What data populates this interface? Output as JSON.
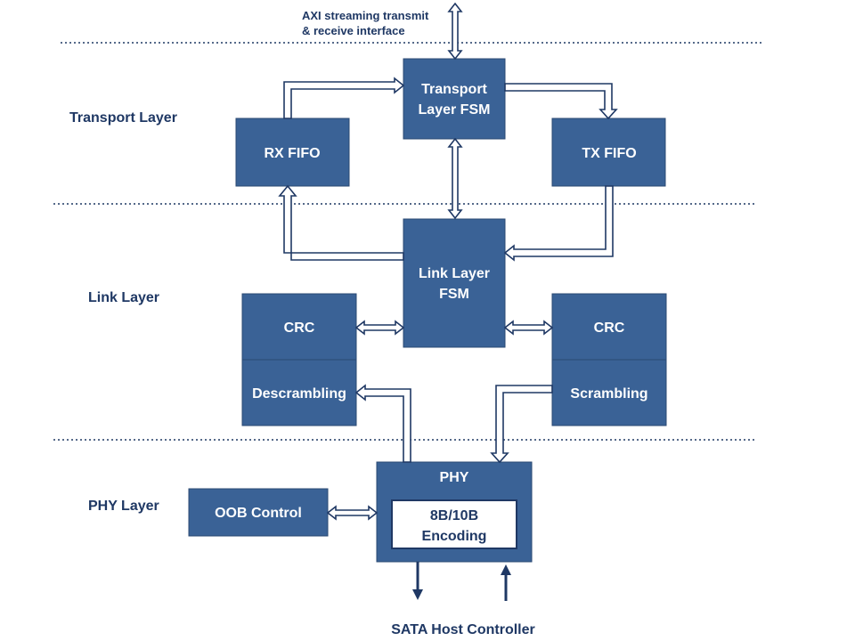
{
  "colors": {
    "box_fill": "#3a6296",
    "box_stroke": "#2b4a73",
    "arrow_stroke": "#1f3864",
    "text_dark": "#1f3864",
    "text_light": "#ffffff"
  },
  "interface_note": {
    "line1": "AXI streaming transmit",
    "line2": "& receive interface"
  },
  "layers": {
    "transport": "Transport Layer",
    "link": "Link Layer",
    "phy": "PHY Layer"
  },
  "blocks": {
    "transport_fsm": {
      "line1": "Transport",
      "line2": "Layer FSM"
    },
    "rx_fifo": "RX FIFO",
    "tx_fifo": "TX FIFO",
    "link_fsm": {
      "line1": "Link Layer",
      "line2": "FSM"
    },
    "crc_left": "CRC",
    "descrambling": "Descrambling",
    "crc_right": "CRC",
    "scrambling": "Scrambling",
    "phy": "PHY",
    "encoding": {
      "line1": "8B/10B",
      "line2": "Encoding"
    },
    "oob_control": "OOB Control"
  },
  "footer": "SATA Host Controller"
}
